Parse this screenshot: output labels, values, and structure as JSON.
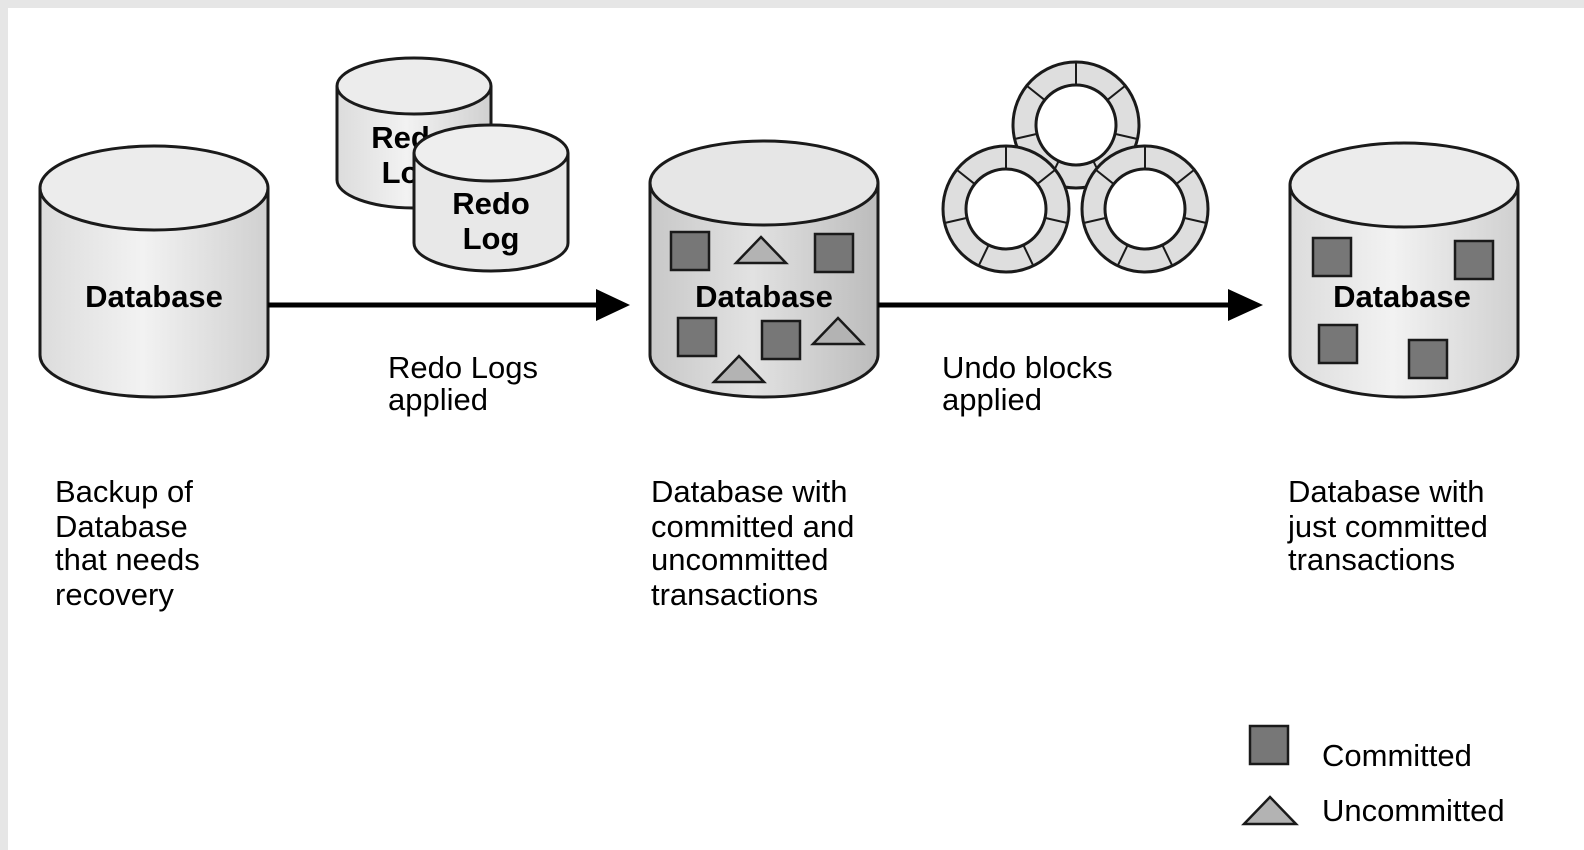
{
  "databases": {
    "backup_label": "Database",
    "mixed_label": "Database",
    "final_label": "Database"
  },
  "redo_log_back": {
    "line1": "Redo",
    "line2": "Log"
  },
  "redo_log_front": {
    "line1": "Redo",
    "line2": "Log"
  },
  "arrows": {
    "redo_caption": [
      "Redo Logs",
      "applied"
    ],
    "undo_caption": [
      "Undo blocks",
      "applied"
    ]
  },
  "captions": {
    "backup": [
      "Backup of",
      "Database",
      "that needs",
      "recovery"
    ],
    "mixed": [
      "Database with",
      "committed and",
      "uncommitted",
      "transactions"
    ],
    "final": [
      "Database with",
      "just committed",
      "transactions"
    ]
  },
  "legend": {
    "committed": "Committed",
    "uncommitted": "Uncommitted"
  },
  "colors": {
    "committed_fill": "#777777",
    "uncommitted_fill": "#b3b3b3",
    "outline": "#1a1a1a"
  }
}
